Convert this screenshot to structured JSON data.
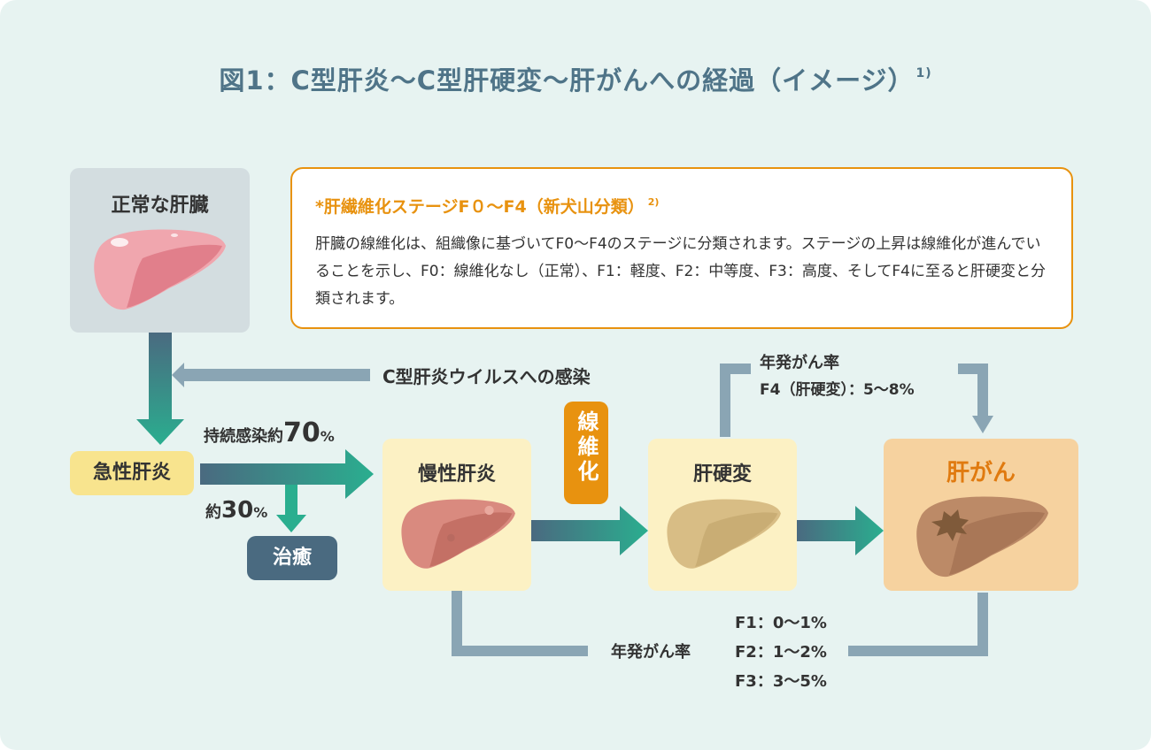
{
  "title": "図1：C型肝炎〜C型肝硬変〜肝がんへの経過（イメージ）",
  "title_ref": "1)",
  "normal_liver": {
    "label": "正常な肝臓"
  },
  "infection": {
    "label": "C型肝炎ウイルスへの感染"
  },
  "info_box": {
    "title": "*肝繊維化ステージF０〜F4（新犬山分類）",
    "title_ref": "2)",
    "body": "肝臓の線維化は、組織像に基づいてF0〜F4のステージに分類されます。ステージの上昇は線維化が進んでいることを示し、F0：線維化なし（正常）、F1：軽度、F2：中等度、F3：高度、そしてF4に至ると肝硬変と分類されます。"
  },
  "acute": {
    "label": "急性肝炎"
  },
  "persistent": {
    "prefix": "持続感染約",
    "value": "70",
    "unit": "%"
  },
  "cure_rate": {
    "prefix": "約",
    "value": "30",
    "unit": "%"
  },
  "cure": {
    "label": "治癒"
  },
  "chronic": {
    "label": "慢性肝炎"
  },
  "fibrosis": {
    "label": "線維化"
  },
  "cirrhosis": {
    "label": "肝硬変"
  },
  "cancer": {
    "label": "肝がん"
  },
  "cirrhosis_rate": {
    "line1": "年発がん率",
    "line2": "F4（肝硬変）：5〜8%"
  },
  "chronic_rate": {
    "label": "年発がん率",
    "values": [
      "F1：0〜1%",
      "F2：1〜2%",
      "F3：3〜5%"
    ]
  },
  "colors": {
    "title": "#4f7488",
    "teal": "#2aae8f",
    "navy": "#4a6a80",
    "orange": "#e8920f",
    "bg": "#e7f3f1",
    "connector": "#8aa5b4"
  }
}
